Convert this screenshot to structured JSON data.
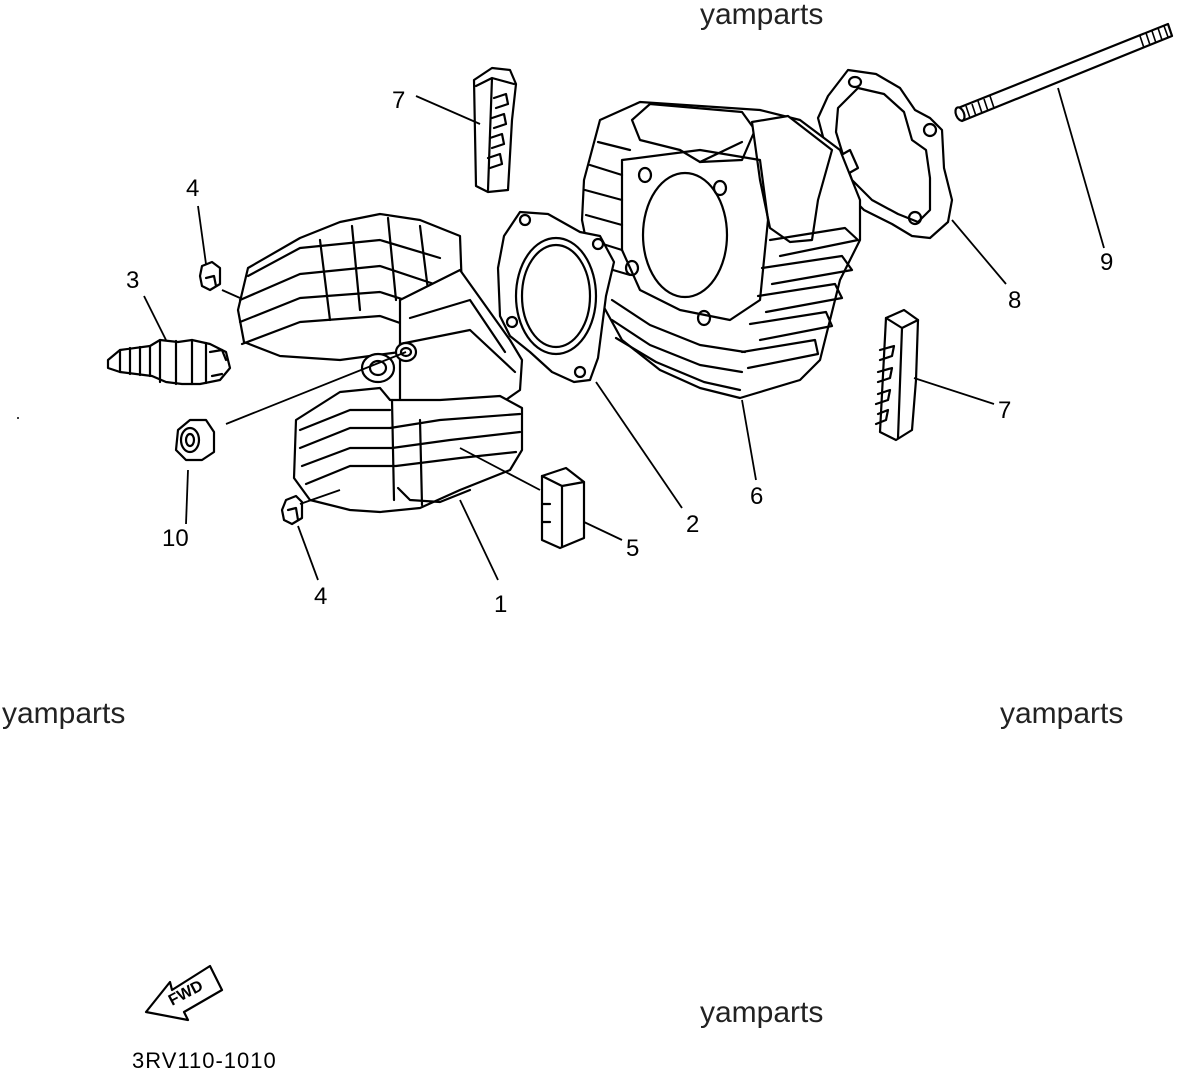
{
  "watermarks": [
    "yamparts",
    "yamparts",
    "yamparts",
    "yamparts"
  ],
  "diagram_code": "3RV110-1010",
  "fwd_label": "FWD",
  "callouts": [
    {
      "id": "c1",
      "text": "1"
    },
    {
      "id": "c2",
      "text": "2"
    },
    {
      "id": "c3",
      "text": "3"
    },
    {
      "id": "c4a",
      "text": "4"
    },
    {
      "id": "c4b",
      "text": "4"
    },
    {
      "id": "c5",
      "text": "5"
    },
    {
      "id": "c6",
      "text": "6"
    },
    {
      "id": "c7a",
      "text": "7"
    },
    {
      "id": "c7b",
      "text": "7"
    },
    {
      "id": "c8",
      "text": "8"
    },
    {
      "id": "c9",
      "text": "9"
    },
    {
      "id": "c10",
      "text": "10"
    }
  ]
}
